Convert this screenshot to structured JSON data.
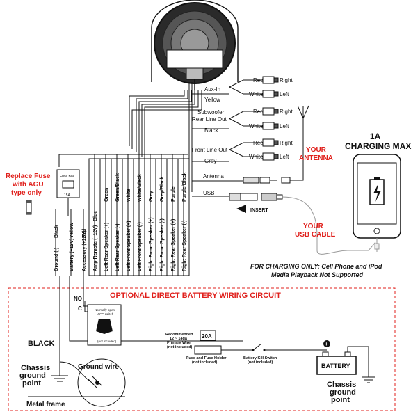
{
  "fuse_note": [
    "Replace Fuse",
    "with AGU",
    "type only"
  ],
  "fuse_box": {
    "title": "Fuse Box",
    "rating": "15A"
  },
  "harness_wires": [
    {
      "function": "Ground (-)",
      "color": "Black"
    },
    {
      "function": "Battery (+12V)",
      "color": "Yellow"
    },
    {
      "function": "Accessory (+12V)",
      "color": "Red"
    },
    {
      "function": "Amp Remote (+12V)",
      "color": "Blue"
    },
    {
      "function": "Left Rear Speaker (+)",
      "color": "Green"
    },
    {
      "function": "Left Rear Speaker (-)",
      "color": "Green/Black"
    },
    {
      "function": "Left Front Speaker (+)",
      "color": "White"
    },
    {
      "function": "Left Front Speaker (-)",
      "color": "White/Black"
    },
    {
      "function": "Right Front Speaker (+)",
      "color": "Grey"
    },
    {
      "function": "Right Front Speaker (-)",
      "color": "Grey/Black"
    },
    {
      "function": "Right Rear Speaker (+)",
      "color": "Purple"
    },
    {
      "function": "Right Rear Speaker (-)",
      "color": "Purple/Black"
    }
  ],
  "rca_groups": [
    {
      "name1": "Aux-In",
      "name2": "Yellow",
      "red": "Red",
      "white": "White",
      "right": "Right",
      "left": "Left"
    },
    {
      "name1": "Subwoofer",
      "name1b": "Rear Line Out",
      "name2": "Black",
      "red": "Red",
      "white": "White",
      "right": "Right",
      "left": "Left"
    },
    {
      "name1": "Front Line Out",
      "name2": "Grey",
      "red": "Red",
      "white": "White",
      "right": "Right",
      "left": "Left"
    }
  ],
  "antenna_label": "Antenna",
  "usb_label": "USB",
  "insert_label": "INSERT",
  "your_antenna": [
    "YOUR",
    "ANTENNA"
  ],
  "your_usb_cable": [
    "YOUR",
    "USB CABLE"
  ],
  "charging": [
    "1A",
    "CHARGING MAX"
  ],
  "charging_note": [
    "FOR CHARGING ONLY: Cell Phone and iPod",
    "Media Playback Not Supported"
  ],
  "optional_title": "OPTIONAL DIRECT BATTERY WIRING CIRCUIT",
  "switch_no": "NO",
  "switch_c": "C",
  "acc_switch": [
    "Normally open",
    "ACC switch",
    "(not included)"
  ],
  "black_label": "BLACK",
  "chassis_left": [
    "Chassis",
    "ground",
    "point"
  ],
  "ground_wire": "Ground wire",
  "metal_frame": "Metal frame",
  "wire_note": [
    "Recommended",
    "12 ~ 14ga",
    "Primary Wire",
    "(not included)"
  ],
  "fuse20": "20A",
  "fuse_holder": [
    "Fuse and Fuse Holder",
    "(not included)"
  ],
  "kill_switch": [
    "Battery Kill Switch",
    "(not included)"
  ],
  "battery_label": "BATTERY",
  "chassis_right": [
    "Chassis",
    "ground",
    "point"
  ],
  "colors": {
    "red": "#e0201c",
    "line": "#111111",
    "dash": "#e0201c"
  }
}
